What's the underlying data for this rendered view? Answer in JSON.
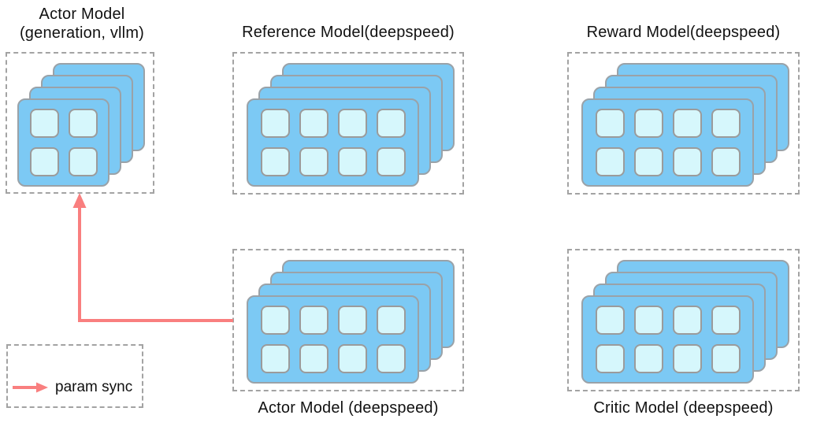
{
  "diagram": {
    "colors": {
      "card_blue": "#7cc9f4",
      "chip_fill": "#d6f7fc",
      "border_gray": "#9b9b9b",
      "dashed_box_gray": "#a3a3a3",
      "arrow_red": "#f97f7f",
      "text": "#111111"
    },
    "models": {
      "actor_vllm": {
        "title_line1": "Actor Model",
        "title_line2": "(generation, vllm)",
        "stack": {
          "cards": 4,
          "cols": 2,
          "rows": 2,
          "gpus": 4
        }
      },
      "reference": {
        "title": "Reference Model(deepspeed)",
        "stack": {
          "cards": 4,
          "cols": 4,
          "rows": 2,
          "gpus": 8
        }
      },
      "reward": {
        "title": "Reward Model(deepspeed)",
        "stack": {
          "cards": 4,
          "cols": 4,
          "rows": 2,
          "gpus": 8
        }
      },
      "actor_deepspeed": {
        "title": "Actor Model (deepspeed)",
        "stack": {
          "cards": 4,
          "cols": 4,
          "rows": 2,
          "gpus": 8
        }
      },
      "critic": {
        "title": "Critic Model (deepspeed)",
        "stack": {
          "cards": 4,
          "cols": 4,
          "rows": 2,
          "gpus": 8
        }
      }
    },
    "legend": {
      "label": "param sync"
    },
    "arrow": {
      "meaning": "param sync",
      "from": "actor_deepspeed",
      "to": "actor_vllm"
    }
  }
}
